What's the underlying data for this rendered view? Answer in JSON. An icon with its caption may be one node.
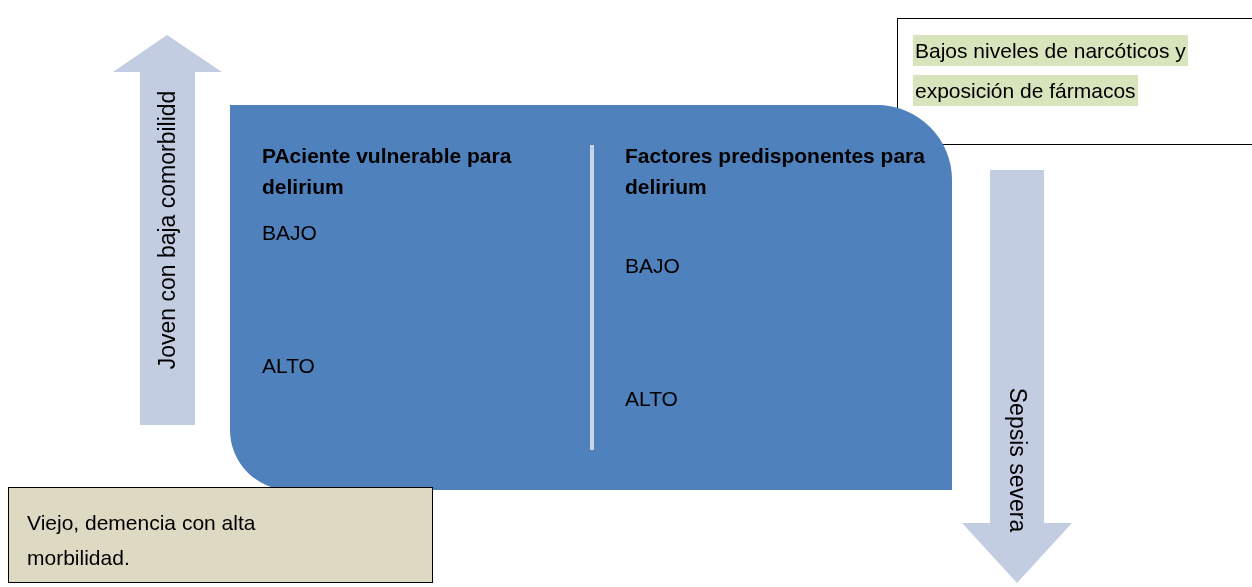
{
  "diagram": {
    "nodes": [
      {
        "text": [
          "Bajos niveles de narcóticos y exposición de fármacos"
        ]
      },
      {
        "text": [
          "PAciente vulnerable para delirium",
          "BAJO",
          "ALTO",
          "Factores predisponentes para delirium",
          "BAJO",
          "ALTO"
        ]
      },
      {
        "text": [
          "Viejo, demencia con alta morbilidad."
        ]
      }
    ],
    "labels": [
      "Joven con baja comorbilidd",
      "Sepsis severa"
    ]
  }
}
